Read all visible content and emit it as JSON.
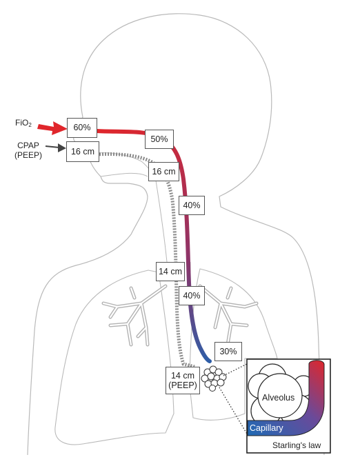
{
  "labels": {
    "fio2_prefix": "FiO",
    "fio2_sub": "2",
    "cpap_line1": "CPAP",
    "cpap_line2": "(PEEP)",
    "pct_60": "60%",
    "pct_50": "50%",
    "pct_40_upper": "40%",
    "pct_40_lower": "40%",
    "pct_30": "30%",
    "cm_16_nose": "16 cm",
    "cm_16_throat": "16 cm",
    "cm_14_chest": "14 cm",
    "cm_14_peep_line1": "14 cm",
    "cm_14_peep_line2": "(PEEP)",
    "alveolus": "Alveolus",
    "capillary": "Capillary",
    "starling": "Starling's law"
  },
  "colors": {
    "oxygen_high": "#e0262b",
    "oxygen_mid": "#8e3468",
    "oxygen_low": "#2d5ea8",
    "arrow_fio2": "#e0262b",
    "arrow_cpap": "#444444",
    "capillary_blue": "#1e6ab4",
    "outline": "#b9b9b9"
  }
}
